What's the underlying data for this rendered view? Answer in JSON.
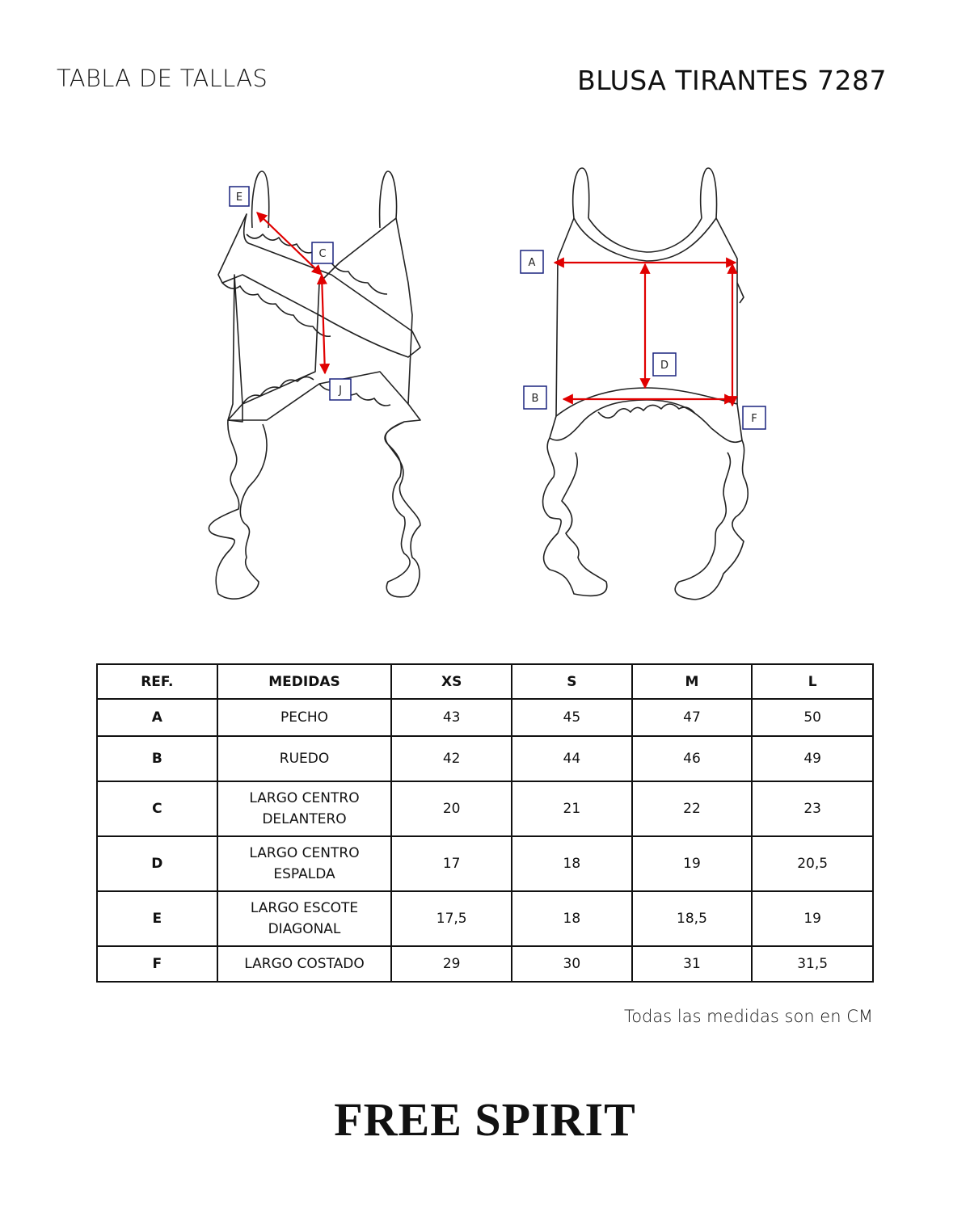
{
  "header": {
    "left_title": "TABLA DE TALLAS",
    "right_title": "BLUSA TIRANTES 7287"
  },
  "diagram": {
    "front_labels": [
      "E",
      "C",
      "J"
    ],
    "back_labels": [
      "A",
      "D",
      "B",
      "F"
    ],
    "line_color": "#222222",
    "measure_color": "#e00000",
    "label_border_color": "#1a237e"
  },
  "table": {
    "headers": [
      "REF.",
      "MEDIDAS",
      "XS",
      "S",
      "M",
      "L"
    ],
    "rows": [
      {
        "ref": "A",
        "medida_1": "PECHO",
        "medida_2": "",
        "xs": "43",
        "s": "45",
        "m": "47",
        "l": "50"
      },
      {
        "ref": "B",
        "medida_1": "RUEDO",
        "medida_2": "",
        "xs": "42",
        "s": "44",
        "m": "46",
        "l": "49"
      },
      {
        "ref": "C",
        "medida_1": "LARGO CENTRO",
        "medida_2": "DELANTERO",
        "xs": "20",
        "s": "21",
        "m": "22",
        "l": "23"
      },
      {
        "ref": "D",
        "medida_1": "LARGO CENTRO",
        "medida_2": "ESPALDA",
        "xs": "17",
        "s": "18",
        "m": "19",
        "l": "20,5"
      },
      {
        "ref": "E",
        "medida_1": "LARGO ESCOTE",
        "medida_2": "DIAGONAL",
        "xs": "17,5",
        "s": "18",
        "m": "18,5",
        "l": "19"
      },
      {
        "ref": "F",
        "medida_1": "LARGO COSTADO",
        "medida_2": "",
        "xs": "29",
        "s": "30",
        "m": "31",
        "l": "31,5"
      }
    ]
  },
  "note": "Todas las medidas son en CM",
  "brand": "FREE SPIRIT"
}
